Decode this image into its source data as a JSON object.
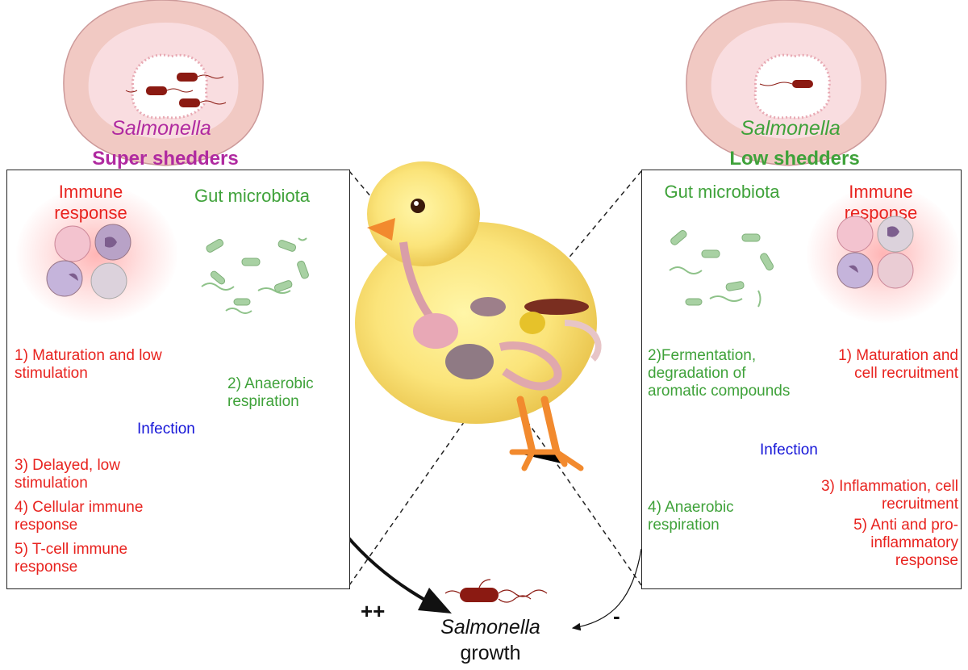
{
  "left": {
    "genus": "Salmonella",
    "title": "Super shedders",
    "immune_header": "Immune response",
    "microbiota_header": "Gut microbiota",
    "item1": "1) Maturation and low stimulation",
    "item2": "2) Anaerobic respiration",
    "infection": "Infection",
    "item3": "3) Delayed, low stimulation",
    "item4": "4) Cellular immune response",
    "item5": "5) T-cell immune response"
  },
  "right": {
    "genus": "Salmonella",
    "title": "Low shedders",
    "microbiota_header": "Gut microbiota",
    "immune_header": "Immune response",
    "item2": "2)Fermentation, degradation of aromatic compounds",
    "item1": "1) Maturation and cell recruitment",
    "infection": "Infection",
    "item4": "4) Anaerobic respiration",
    "item3": "3) Inflammation, cell recruitment",
    "item5": "5) Anti and pro-inflammatory response"
  },
  "bottom": {
    "plus": "++",
    "minus": "-",
    "genus": "Salmonella",
    "label": "growth"
  },
  "colors": {
    "immune": "#e8231f",
    "microbiota": "#3fa23a",
    "infection": "#1616d8",
    "super_title": "#b02aa0",
    "low_title": "#3fa23a",
    "bacterium": "#8b1a12"
  }
}
